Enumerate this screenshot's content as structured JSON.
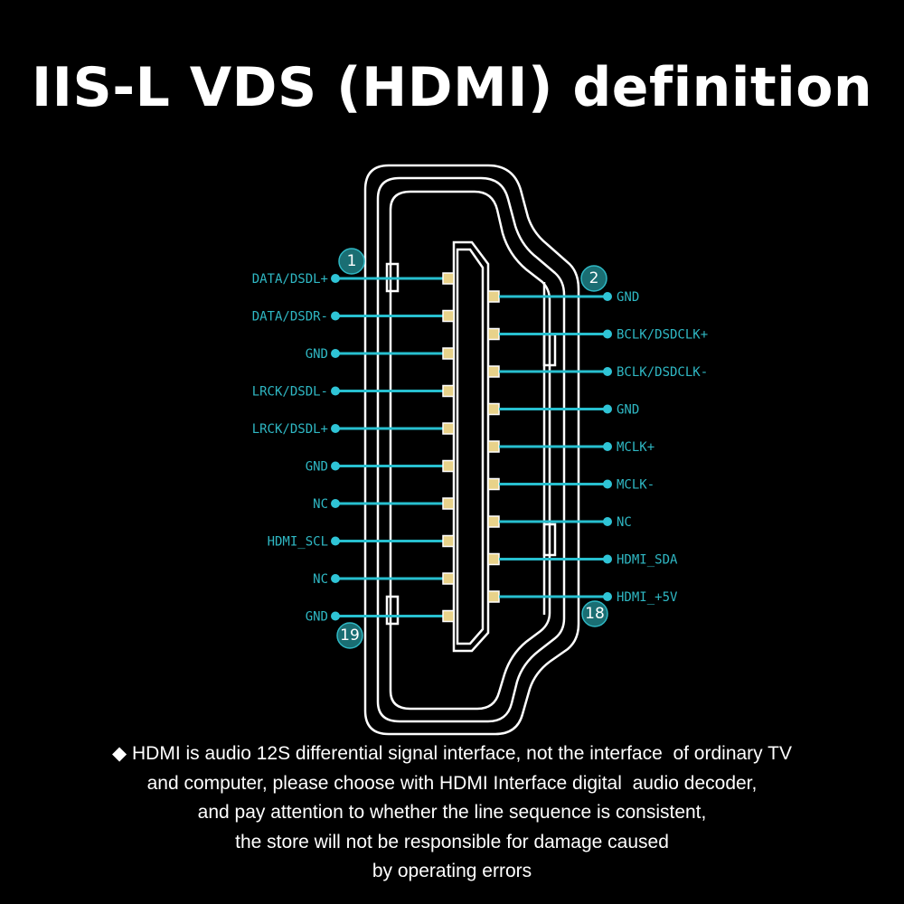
{
  "title": "IIS-L VDS (HDMI) definition",
  "colors": {
    "background": "#000000",
    "wire": "#27bfcf",
    "label": "#2fb8c4",
    "pad": "#e8d28a",
    "badge": "#1a6e73"
  },
  "badges": {
    "pin1": "1",
    "pin2": "2",
    "pin18": "18",
    "pin19": "19"
  },
  "pins_left": [
    "DATA/DSDL+",
    "DATA/DSDR-",
    "GND",
    "LRCK/DSDL-",
    "LRCK/DSDL+",
    "GND",
    "NC",
    "HDMI_SCL",
    "NC",
    "GND"
  ],
  "pins_right": [
    "GND",
    "BCLK/DSDCLK+",
    "BCLK/DSDCLK-",
    "GND",
    "MCLK+",
    "MCLK-",
    "NC",
    "HDMI_SDA",
    "HDMI_+5V"
  ],
  "note": {
    "bullet_icon": "diamond-bullet-icon",
    "lines": [
      "◆ HDMI is audio 12S differential signal interface, not the interface  of ordinary TV",
      "and computer, please choose with HDMI Interface digital  audio decoder,",
      "and pay attention to whether the line sequence is consistent,",
      "the store will not be responsible for damage caused",
      "by operating errors"
    ]
  }
}
